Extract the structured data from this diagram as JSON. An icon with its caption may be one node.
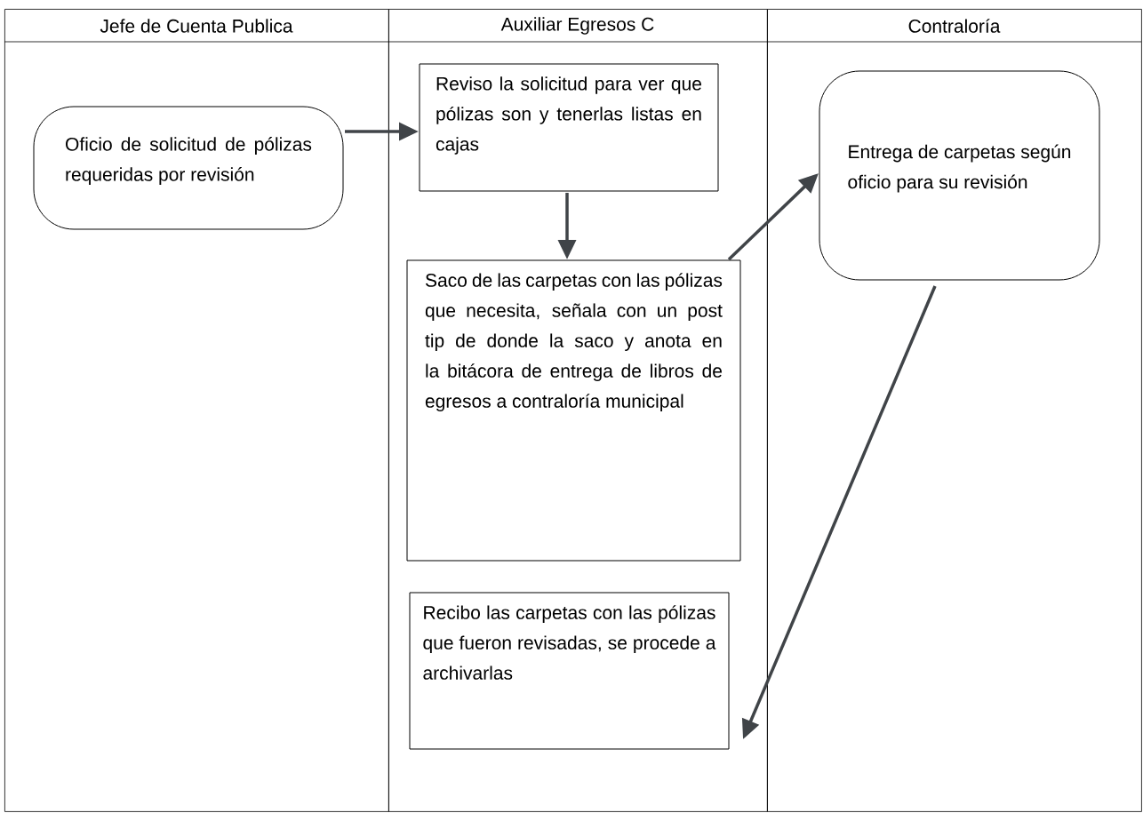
{
  "diagram": {
    "nodes": [
      {
        "text": [
          "Jefe de Cuenta Publica"
        ]
      },
      {
        "text": [
          "Auxiliar Egresos C"
        ]
      },
      {
        "text": [
          "Contraloría"
        ]
      },
      {
        "text": [
          "Oficio de solicitud de pólizas requeridas por revisión"
        ],
        "in": 0
      },
      {
        "text": [
          "Reviso la solicitud para ver que pólizas son y tenerlas listas en cajas"
        ],
        "in": 1
      },
      {
        "text": [
          "Saco de las carpetas con las pólizas que necesita, señala con un post tip de donde la saco y anota en la bitácora de entrega de libros de egresos a contraloría municipal"
        ],
        "in": 1
      },
      {
        "text": [
          "Recibo las carpetas con las pólizas que fueron revisadas, se procede a archivarlas"
        ],
        "in": 1
      },
      {
        "text": [
          "Entrega de carpetas según oficio para su revisión"
        ],
        "in": 2
      }
    ],
    "edges": [
      {
        "from": 3,
        "to": 4,
        "arrow": "to"
      },
      {
        "from": 4,
        "to": 5,
        "arrow": "to"
      },
      {
        "from": 5,
        "to": 7,
        "arrow": "to"
      },
      {
        "from": 7,
        "to": 6,
        "arrow": "to"
      }
    ]
  }
}
